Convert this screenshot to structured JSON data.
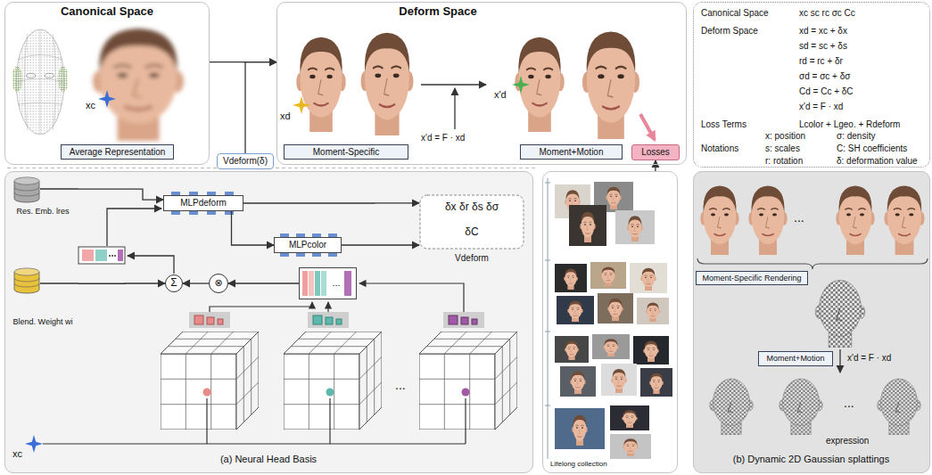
{
  "diagram": {
    "nodes": [
      {
        "text": [
          "Canonical Space"
        ]
      },
      {
        "text": [
          "Average Representation"
        ],
        "in": 0
      },
      {
        "text": [
          "Deform Space"
        ]
      },
      {
        "text": [
          "Moment-Specific"
        ],
        "in": 2
      },
      {
        "text": [
          "Moment+Motion"
        ],
        "in": 2
      },
      {
        "text": [
          "Vdeform(δ)"
        ]
      },
      {
        "text": [
          "Losses"
        ]
      },
      {
        "text": [
          "Canonical Space",
          "xc sc rc σc Cc",
          "Deform Space",
          "xd = xc + δx",
          "sd = sc + δs",
          "rd = rc + δr",
          "σd = σc + δσ",
          "Cd = Cc + δC",
          "x'd = F · xd",
          "Loss Terms",
          "Lcolor + Lgeo. + Rdeform",
          "Notations",
          "x: position",
          "σ: density",
          "s: scales",
          "C: SH coefficients",
          "r: rotation",
          "δ: deformation value"
        ]
      },
      {
        "text": [
          "(a) Neural Head Basis"
        ]
      },
      {
        "text": [
          "Res. Emb. lres"
        ],
        "in": 8
      },
      {
        "text": [
          "Blend. Weight wi"
        ],
        "in": 8
      },
      {
        "text": [
          "MLPdeform"
        ],
        "in": 8
      },
      {
        "text": [
          "MLPcolor"
        ],
        "in": 8
      },
      {
        "text": [
          "δx δr δs δσ",
          "δC",
          "Vdeform"
        ],
        "in": 8
      },
      {
        "text": [
          "Σ"
        ],
        "in": 8
      },
      {
        "text": [
          "⊗"
        ],
        "in": 8
      },
      {
        "text": [
          "..."
        ],
        "in": 8
      },
      {
        "text": [
          "Lifelong collection"
        ]
      },
      {
        "text": [
          "(b) Dynamic 2D Gaussian splattings"
        ]
      },
      {
        "text": [
          "Moment-Specific Rendering"
        ],
        "in": 18
      },
      {
        "text": [
          "Moment+Motion"
        ],
        "in": 18
      }
    ],
    "edges": [
      {
        "from": 0,
        "to": 2,
        "arrow": "to"
      },
      {
        "from": 5,
        "to": 2,
        "arrow": "to"
      },
      {
        "from": 17,
        "to": 6,
        "arrow": "to"
      },
      {
        "from": 9,
        "to": 11,
        "arrow": "to"
      },
      {
        "from": 10,
        "to": 14,
        "arrow": "to"
      },
      {
        "from": 15,
        "to": 14,
        "arrow": "to"
      },
      {
        "from": 16,
        "to": 15,
        "arrow": "to"
      },
      {
        "from": 11,
        "to": 12,
        "arrow": "to"
      },
      {
        "from": 11,
        "to": 13,
        "arrow": "to"
      },
      {
        "from": 12,
        "to": 13,
        "arrow": "to"
      }
    ],
    "labels": [
      "xc",
      "xd",
      "x'd",
      "x'd = F · xd",
      "xc",
      "...",
      "...",
      "x'd = F · xd",
      "...",
      "expression"
    ]
  }
}
